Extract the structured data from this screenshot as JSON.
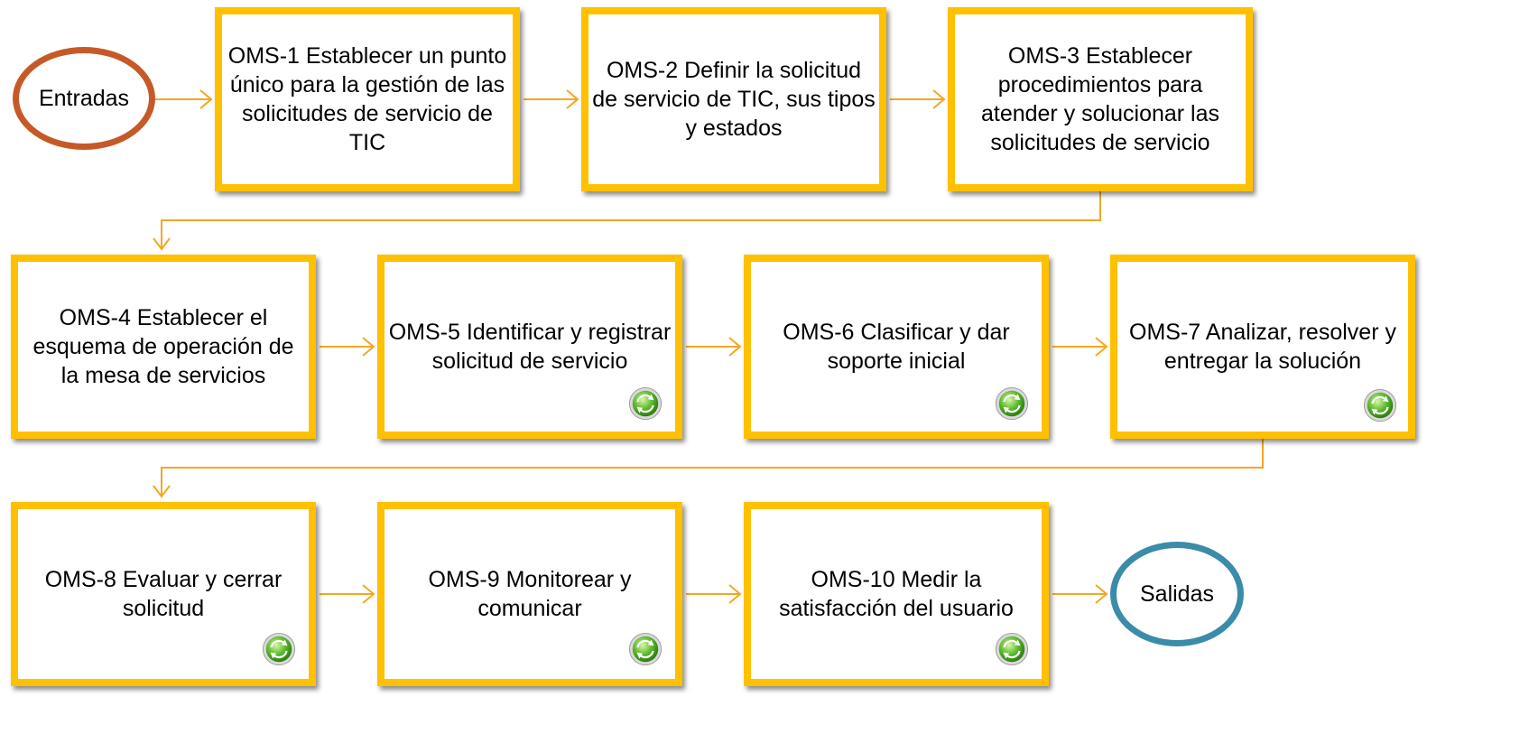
{
  "diagram": {
    "start_label": "Entradas",
    "end_label": "Salidas",
    "steps": [
      {
        "id": "OMS-1",
        "text": "OMS-1 Establecer un punto único para la gestión de las solicitudes de servicio de TIC",
        "repeat_icon": false
      },
      {
        "id": "OMS-2",
        "text": "OMS-2 Definir la solicitud de servicio de TIC, sus tipos y estados",
        "repeat_icon": false
      },
      {
        "id": "OMS-3",
        "text": "OMS-3 Establecer procedimientos para atender y solucionar las solicitudes de servicio",
        "repeat_icon": false
      },
      {
        "id": "OMS-4",
        "text": "OMS-4 Establecer el esquema de operación de la mesa de servicios",
        "repeat_icon": false
      },
      {
        "id": "OMS-5",
        "text": "OMS-5 Identificar y registrar solicitud de servicio",
        "repeat_icon": true
      },
      {
        "id": "OMS-6",
        "text": "OMS-6 Clasificar y dar soporte inicial",
        "repeat_icon": true
      },
      {
        "id": "OMS-7",
        "text": "OMS-7 Analizar, resolver y entregar la solución",
        "repeat_icon": true
      },
      {
        "id": "OMS-8",
        "text": "OMS-8 Evaluar y cerrar solicitud",
        "repeat_icon": true
      },
      {
        "id": "OMS-9",
        "text": "OMS-9 Monitorear y comunicar",
        "repeat_icon": true
      },
      {
        "id": "OMS-10",
        "text": "OMS-10 Medir la satisfacción del usuario",
        "repeat_icon": true
      }
    ],
    "colors": {
      "box_border": "#FFC000",
      "connector": "#F5A623",
      "start_oval": "#C55A28",
      "end_oval": "#3A8CA8",
      "icon_green": "#5DBB2F"
    },
    "icon_name": "cycle-icon"
  }
}
